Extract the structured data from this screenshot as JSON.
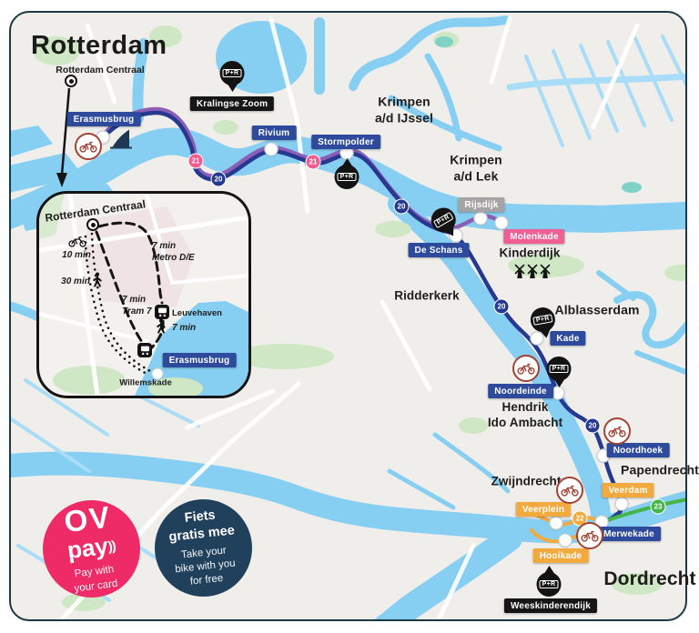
{
  "title": "Rotterdam",
  "station_label": "Rotterdam Centraal",
  "pr_label": "P+R",
  "badges": {
    "b20": "20",
    "b21": "21",
    "b22": "22",
    "b23": "23"
  },
  "stops": {
    "erasmusbrug": "Erasmusbrug",
    "kralingse_zoom": "Kralingse Zoom",
    "rivium": "Rivium",
    "stormpolder": "Stormpolder",
    "rijsdijk": "Rijsdijk",
    "molenkade": "Molenkade",
    "de_schans": "De Schans",
    "kade": "Kade",
    "noordeinde": "Noordeinde",
    "noordhoek": "Noordhoek",
    "veerdam": "Veerdam",
    "veerplein": "Veerplein",
    "merwekade": "Merwekade",
    "hooikade": "Hooikade",
    "weeskinderendijk": "Weeskinderendijk"
  },
  "cities": {
    "krimpen_ijssel": "Krimpen\na/d IJssel",
    "krimpen_lek": "Krimpen\na/d Lek",
    "kinderdijk": "Kinderdijk",
    "ridderkerk": "Ridderkerk",
    "alblasserdam": "Alblasserdam",
    "hendrik_ido_ambacht": "Hendrik\nIdo Ambacht",
    "papendrecht": "Papendrecht",
    "zwijndrecht": "Zwijndrecht",
    "dordrecht": "Dordrecht"
  },
  "inset": {
    "station": "Rotterdam Centraal",
    "bike_time": "10 min",
    "walk_time_long": "30 min",
    "metro_route": "7 min\nMetro D/E",
    "tram_route": "7 min\nTram 7",
    "leuvehaven": "Leuvehaven",
    "walk_time_short": "7 min",
    "erasmusbrug": "Erasmusbrug",
    "willemskade": "Willemskade"
  },
  "ovpay": {
    "logo_line1": "OV",
    "logo_line2": "pay",
    "waves": "))",
    "subtitle": "Pay with\nyour card"
  },
  "fiets": {
    "title": "Fiets\ngratis mee",
    "subtitle": "Take your\nbike with you\nfor free"
  },
  "colors": {
    "route_20": "#26388f",
    "route_21": "#8a5fb5",
    "route_22": "#f2a93d",
    "route_23": "#44b649",
    "label_blue": "#2d4a9c",
    "label_pink": "#ef5f94",
    "label_orange": "#f2a93d",
    "label_gray": "#a5a3a4",
    "ovpay_pink": "#ee2b67",
    "fiets_navy": "#20405c",
    "water": "#86cff2"
  }
}
